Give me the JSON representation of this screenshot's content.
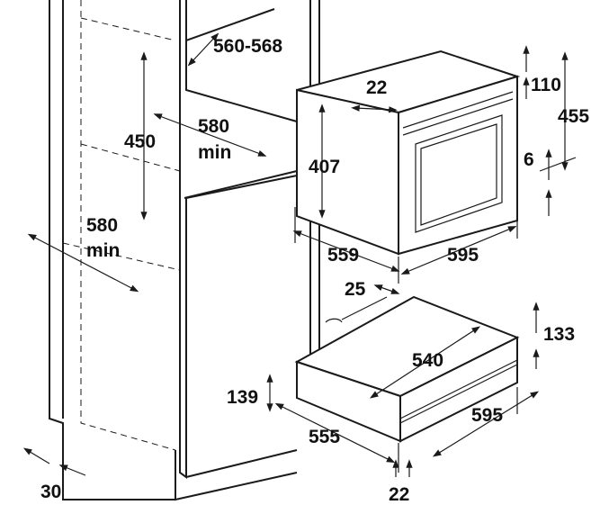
{
  "diagram": {
    "title": "Built-in oven and warming drawer installation dimensions",
    "labels": {
      "niche_width": "560-568",
      "oven_recess": "22",
      "oven_top_gap": "110",
      "oven_height_total": "455",
      "cabinet_depth_upper": "580\nmin",
      "cabinet_depth_upper_l1": "580",
      "cabinet_depth_upper_l2": "min",
      "niche_height": "450",
      "oven_body_height": "407",
      "oven_bottom_gap": "6",
      "cabinet_depth_lower_l1": "580",
      "cabinet_depth_lower_l2": "min",
      "oven_depth": "559",
      "oven_width": "595",
      "connection_offset": "25",
      "drawer_height_total": "133",
      "drawer_depth_inner": "540",
      "drawer_body_height": "139",
      "drawer_width": "595",
      "drawer_depth": "555",
      "drawer_recess": "22",
      "plinth_offset": "30"
    }
  }
}
